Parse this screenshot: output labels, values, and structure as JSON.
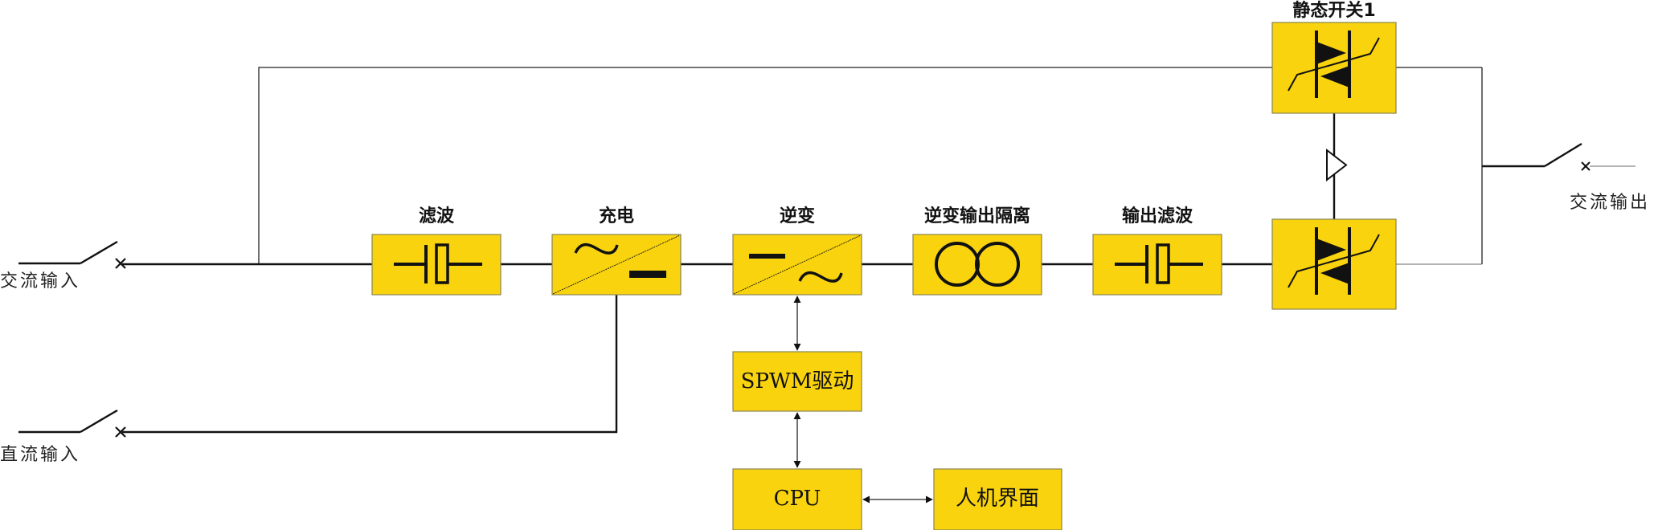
{
  "diagram": {
    "type": "UPS block diagram",
    "colors": {
      "block_fill": "#F9D30E",
      "line": "#111111"
    },
    "inputs": {
      "ac_input_label": "交流输入",
      "dc_input_label": "直流输入"
    },
    "output": {
      "ac_output_label": "交流输出"
    },
    "blocks": {
      "filter": {
        "label": "滤波",
        "symbol": "capacitor-filter-icon"
      },
      "charger": {
        "label": "充电",
        "symbol": "ac-dc-converter-icon"
      },
      "inverter": {
        "label": "逆变",
        "symbol": "dc-ac-converter-icon"
      },
      "isolation": {
        "label": "逆变输出隔离",
        "symbol": "transformer-icon"
      },
      "output_filter": {
        "label": "输出滤波",
        "symbol": "capacitor-filter-icon"
      },
      "static_switch_1": {
        "label": "静态开关1",
        "symbol": "thyristor-switch-icon"
      },
      "static_switch_2": {
        "label": "",
        "symbol": "thyristor-switch-icon"
      },
      "spwm": {
        "label": "SPWM驱动"
      },
      "cpu": {
        "label": "CPU"
      },
      "hmi": {
        "label": "人机界面"
      }
    },
    "connections": [
      [
        "交流输入",
        "滤波"
      ],
      [
        "滤波",
        "充电"
      ],
      [
        "充电",
        "逆变"
      ],
      [
        "逆变",
        "逆变输出隔离"
      ],
      [
        "逆变输出隔离",
        "输出滤波"
      ],
      [
        "输出滤波",
        "静态开关2"
      ],
      [
        "交流输入",
        "静态开关1"
      ],
      [
        "静态开关1",
        "交流输出"
      ],
      [
        "静态开关2",
        "交流输出"
      ],
      [
        "直流输入",
        "充电"
      ],
      [
        "逆变",
        "SPWM驱动"
      ],
      [
        "SPWM驱动",
        "CPU"
      ],
      [
        "CPU",
        "人机界面"
      ]
    ]
  }
}
